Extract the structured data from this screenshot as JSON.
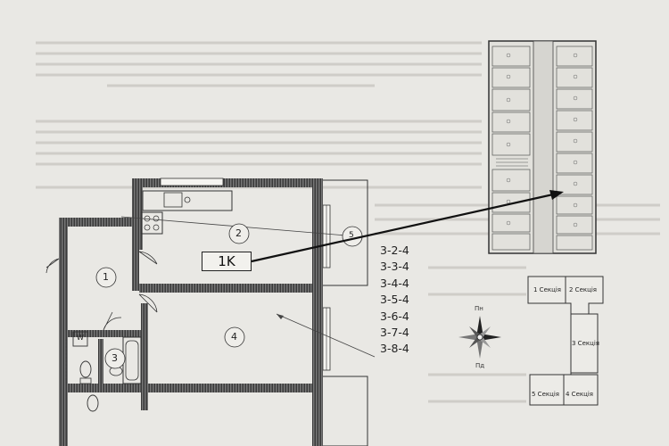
{
  "unit_label": "1K",
  "rooms": [
    "1",
    "2",
    "3",
    "4",
    "5"
  ],
  "appliance_label": "W",
  "apartment_codes": [
    "3-2-4",
    "3-3-4",
    "3-4-4",
    "3-5-4",
    "3-6-4",
    "3-7-4",
    "3-8-4"
  ],
  "sections": [
    "1 Секція",
    "2 Секція",
    "3 Секція",
    "4 Секція",
    "5 Секція"
  ],
  "compass": {
    "north": "Пн",
    "south": "Пд"
  },
  "colors": {
    "paper": "#e9e8e4",
    "wall": "#2a2a2a",
    "ink": "#222222"
  }
}
